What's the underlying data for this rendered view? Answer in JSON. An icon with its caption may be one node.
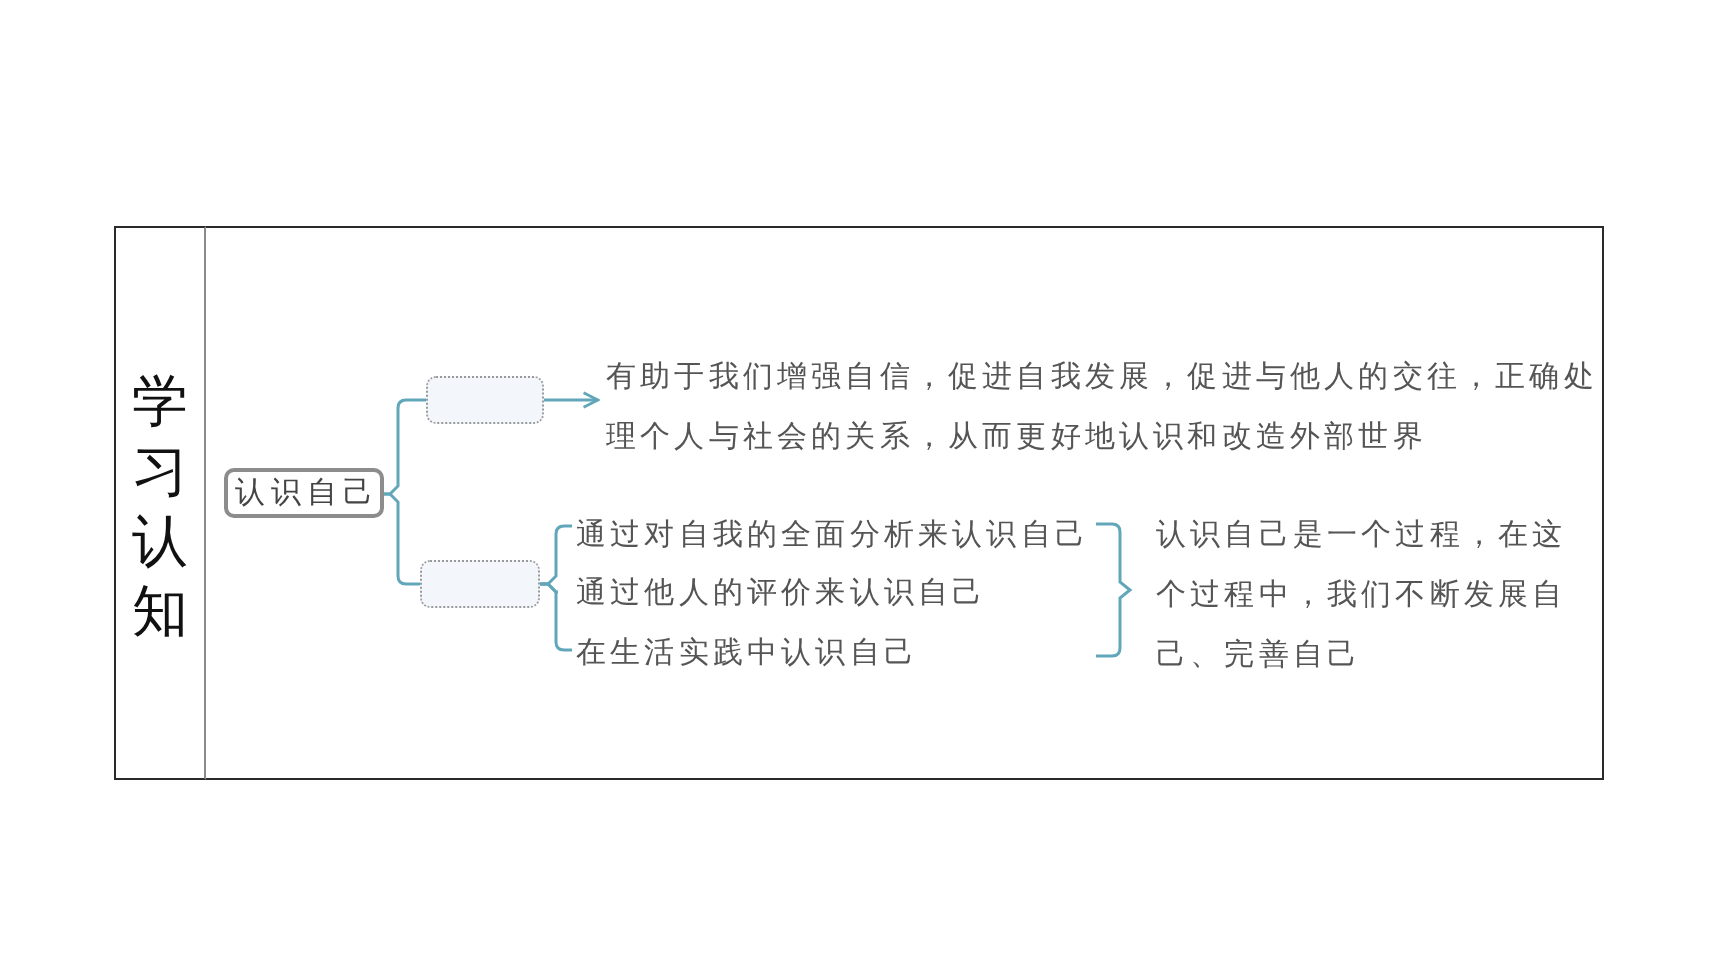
{
  "diagram": {
    "nodes": [
      {
        "text": [
          "学习认知"
        ]
      },
      {
        "text": [],
        "shape": "box"
      },
      {
        "text": [
          "认识自己"
        ],
        "in": 1
      },
      {
        "text": [],
        "shape": "box",
        "in": 1
      },
      {
        "text": [],
        "shape": "box",
        "in": 1
      },
      {
        "text": [
          "有助于我们增强自信，促进自我发展，促进与他人的交往，正确处理个人与社会的关系，从而更好地认识和改造外部世界"
        ],
        "in": 1
      },
      {
        "text": [
          "通过对自我的全面分析来认识自己"
        ],
        "in": 1
      },
      {
        "text": [
          "通过他人的评价来认识自己"
        ],
        "in": 1
      },
      {
        "text": [
          "在生活实践中认识自己"
        ],
        "in": 1
      },
      {
        "text": [
          "认识自己是一个过程，在这个过程中，我们不断发展自己、完善自己"
        ],
        "in": 1
      }
    ],
    "edges": [
      {
        "from": 2,
        "to": 3,
        "arrow": "none"
      },
      {
        "from": 2,
        "to": 4,
        "arrow": "none"
      },
      {
        "from": 3,
        "to": 5,
        "arrow": "to"
      },
      {
        "from": 4,
        "to": 6,
        "arrow": "none"
      },
      {
        "from": 4,
        "to": 7,
        "arrow": "none"
      },
      {
        "from": 4,
        "to": 8,
        "arrow": "none"
      }
    ]
  }
}
